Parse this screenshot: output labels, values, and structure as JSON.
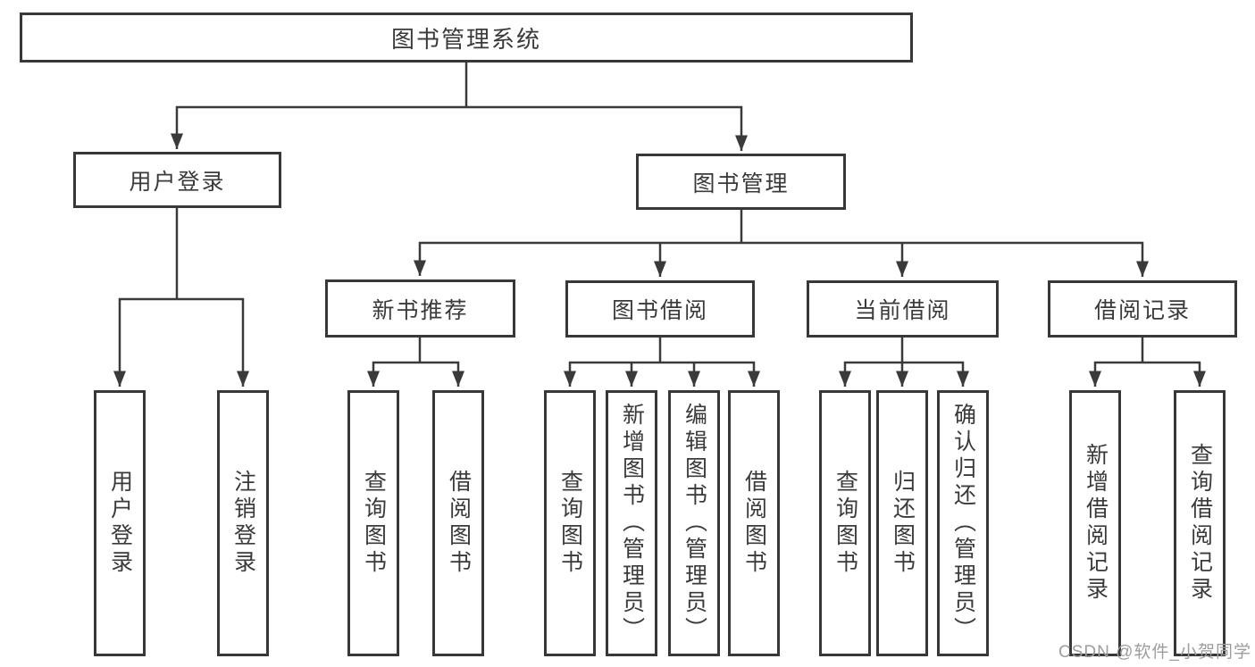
{
  "diagram": {
    "title": "图书管理系统",
    "root": {
      "label": "图书管理系统"
    },
    "branches": [
      {
        "label": "用户登录",
        "children": [
          {
            "label": "用户登录"
          },
          {
            "label": "注销登录"
          }
        ]
      },
      {
        "label": "图书管理",
        "children": [
          {
            "label": "新书推荐",
            "children": [
              {
                "label": "查询图书"
              },
              {
                "label": "借阅图书"
              }
            ]
          },
          {
            "label": "图书借阅",
            "children": [
              {
                "label": "查询图书"
              },
              {
                "label": "新增图书（管理员）"
              },
              {
                "label": "编辑图书（管理员）"
              },
              {
                "label": "借阅图书"
              }
            ]
          },
          {
            "label": "当前借阅",
            "children": [
              {
                "label": "查询图书"
              },
              {
                "label": "归还图书"
              },
              {
                "label": "确认归还（管理员）"
              }
            ]
          },
          {
            "label": "借阅记录",
            "children": [
              {
                "label": "新增借阅记录"
              },
              {
                "label": "查询借阅记录"
              }
            ]
          }
        ]
      }
    ]
  },
  "watermark": {
    "text": "CSDN @软件_小贺同学"
  },
  "colors": {
    "line": "#3a3a3a",
    "box_border": "#383838",
    "text": "#3a3a3a",
    "watermark": "#9d9d9d",
    "background": "#ffffff"
  }
}
